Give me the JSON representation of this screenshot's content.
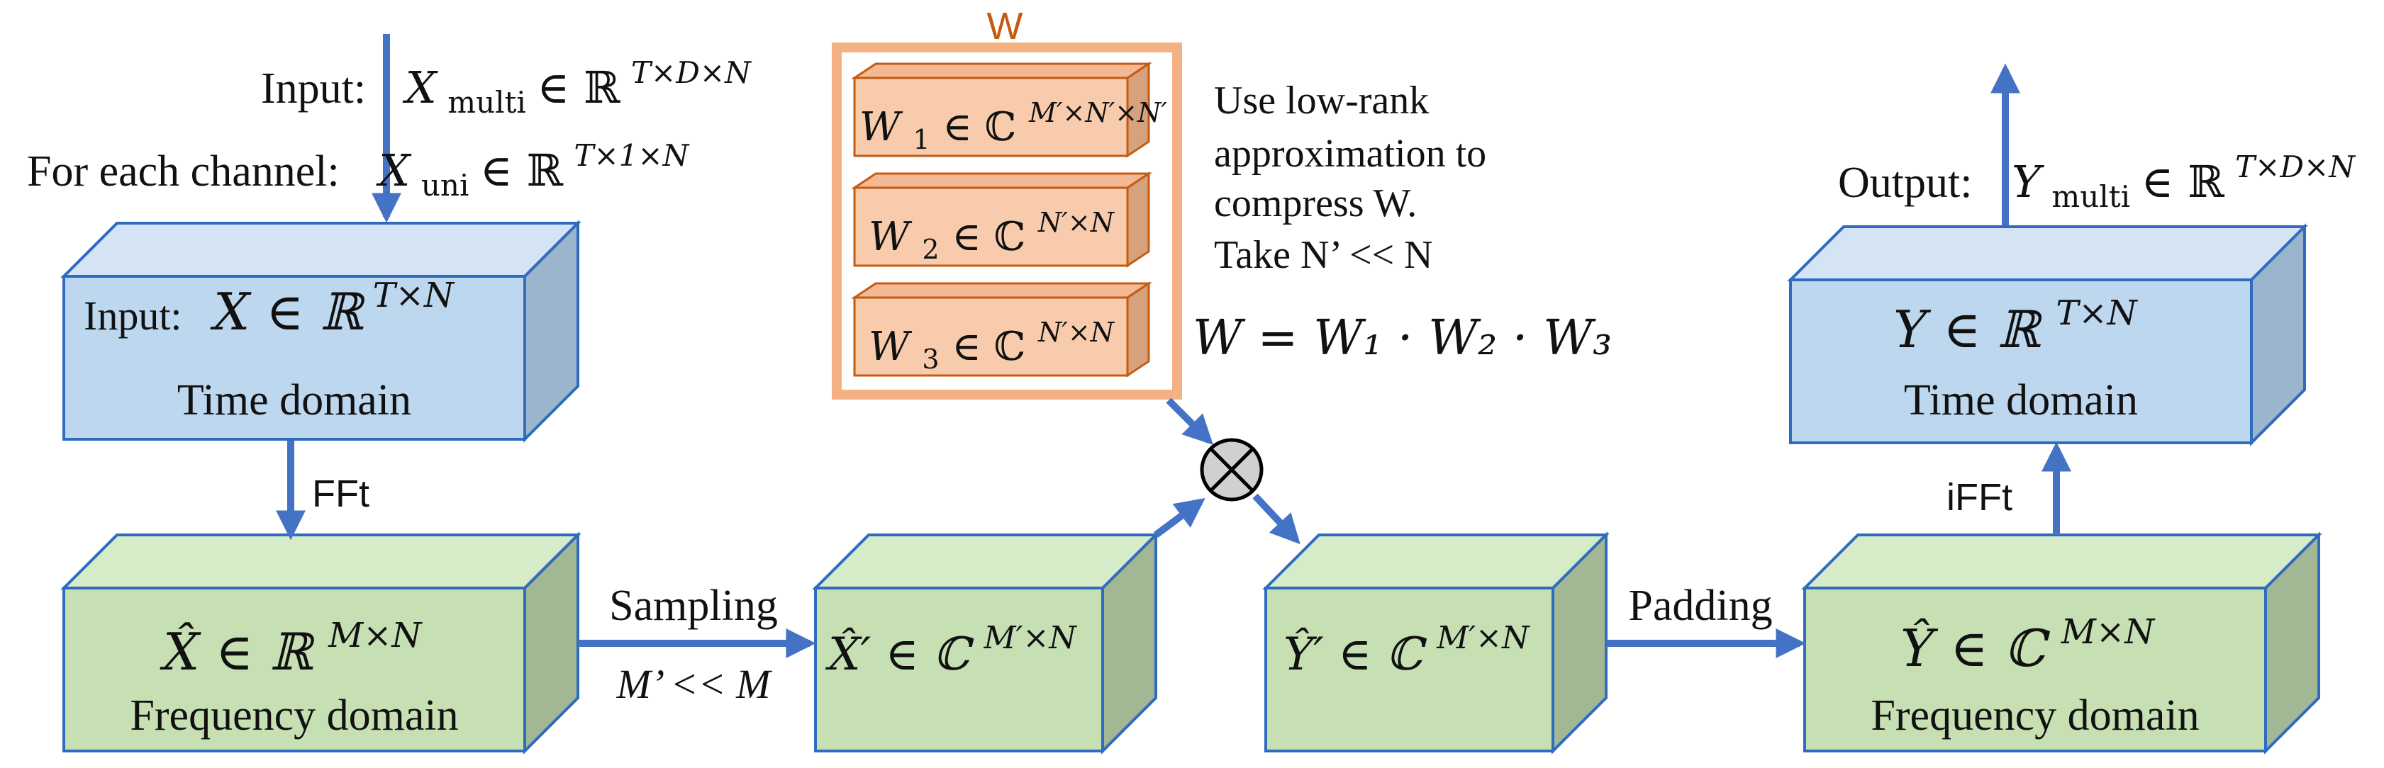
{
  "diagram": {
    "w_frame": {
      "title": "W"
    },
    "input_section": {
      "input_label": "Input:",
      "input_symbol": "X",
      "input_subscript": "multi",
      "input_set": " ∈ ℝ",
      "input_power": "T×D×N",
      "channel_label": "For each channel:",
      "channel_symbol": "X",
      "channel_subscript": "uni",
      "channel_set": " ∈ ℝ",
      "channel_power": "T×1×N"
    },
    "time_input_box": {
      "label": "Input:",
      "symbol": "X ∈ ℝ",
      "power": "T×N",
      "domain": "Time domain"
    },
    "fft_label": "FFt",
    "freq_input_box": {
      "symbol": "X̂ ∈ ℝ",
      "power": "M×N",
      "domain": "Frequency domain"
    },
    "sampling": {
      "label": "Sampling",
      "condition": "M’ << M"
    },
    "sampled_box": {
      "symbol": "X̂′ ∈ ℂ",
      "power": "M′×N"
    },
    "weights": [
      {
        "base": "W",
        "sub": "1",
        "set": " ∈ ℂ",
        "power": "M′×N′×N′"
      },
      {
        "base": "W",
        "sub": "2",
        "set": " ∈ ℂ",
        "power": "N′×N"
      },
      {
        "base": "W",
        "sub": "3",
        "set": " ∈ ℂ",
        "power": "N′×N"
      }
    ],
    "note_lines": [
      "Use low-rank",
      "approximation to",
      "compress W.",
      "Take N’ << N"
    ],
    "w_equation": "W = W₁ · W₂ · W₃",
    "multiply_symbol": "⊗",
    "out_freq_small_box": {
      "symbol": "Ŷ′ ∈ ℂ",
      "power": "M′×N"
    },
    "padding_label": "Padding",
    "freq_output_box": {
      "symbol": "Ŷ ∈ ℂ",
      "power": "M×N",
      "domain": "Frequency domain"
    },
    "ifft_label": "iFFt",
    "time_output_box": {
      "symbol": "Y ∈ ℝ",
      "power": "T×N",
      "domain": "Time domain"
    },
    "output_section": {
      "label": "Output:",
      "symbol": "Y",
      "subscript": "multi",
      "set": " ∈ ℝ",
      "power": "T×D×N"
    },
    "colors": {
      "blue_front": "#bdd7ee",
      "blue_top": "#d4e4f4",
      "blue_side": "#9bb6cc",
      "green_front": "#c6e0b4",
      "green_top": "#d6ebc8",
      "green_side": "#a2b894",
      "orange_front": "#f8cbad",
      "orange_side": "#d6a17d",
      "orange_frame": "#f4b183",
      "arrow": "#4472c4",
      "w_title": "#c55a11"
    }
  }
}
